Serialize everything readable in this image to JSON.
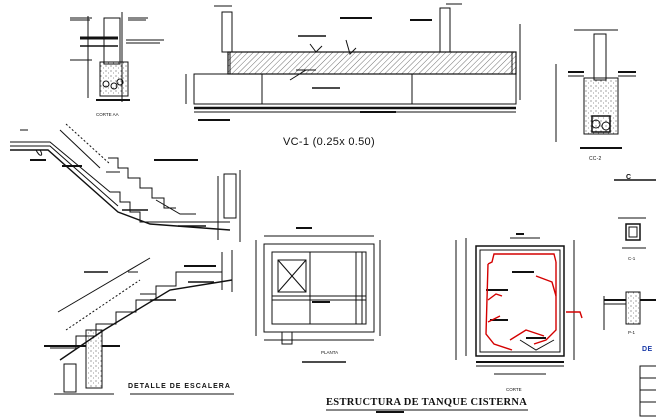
{
  "labels": {
    "corte_aa": "CORTE AA",
    "vc1": "VC-1 (0.25x 0.50)",
    "cc2": "CC-2",
    "c_cut": "C",
    "c1": "C-1",
    "p1": "P-1",
    "de": "DE",
    "planta": "PLANTA",
    "corte": "CORTE",
    "detalle_escalera": "DETALLE DE ESCALERA",
    "estructura_title": "ESTRUCTURA DE TANQUE CISTERNA"
  },
  "colors": {
    "ink": "#111111",
    "rebar": "#d40000",
    "background": "#ffffff"
  }
}
